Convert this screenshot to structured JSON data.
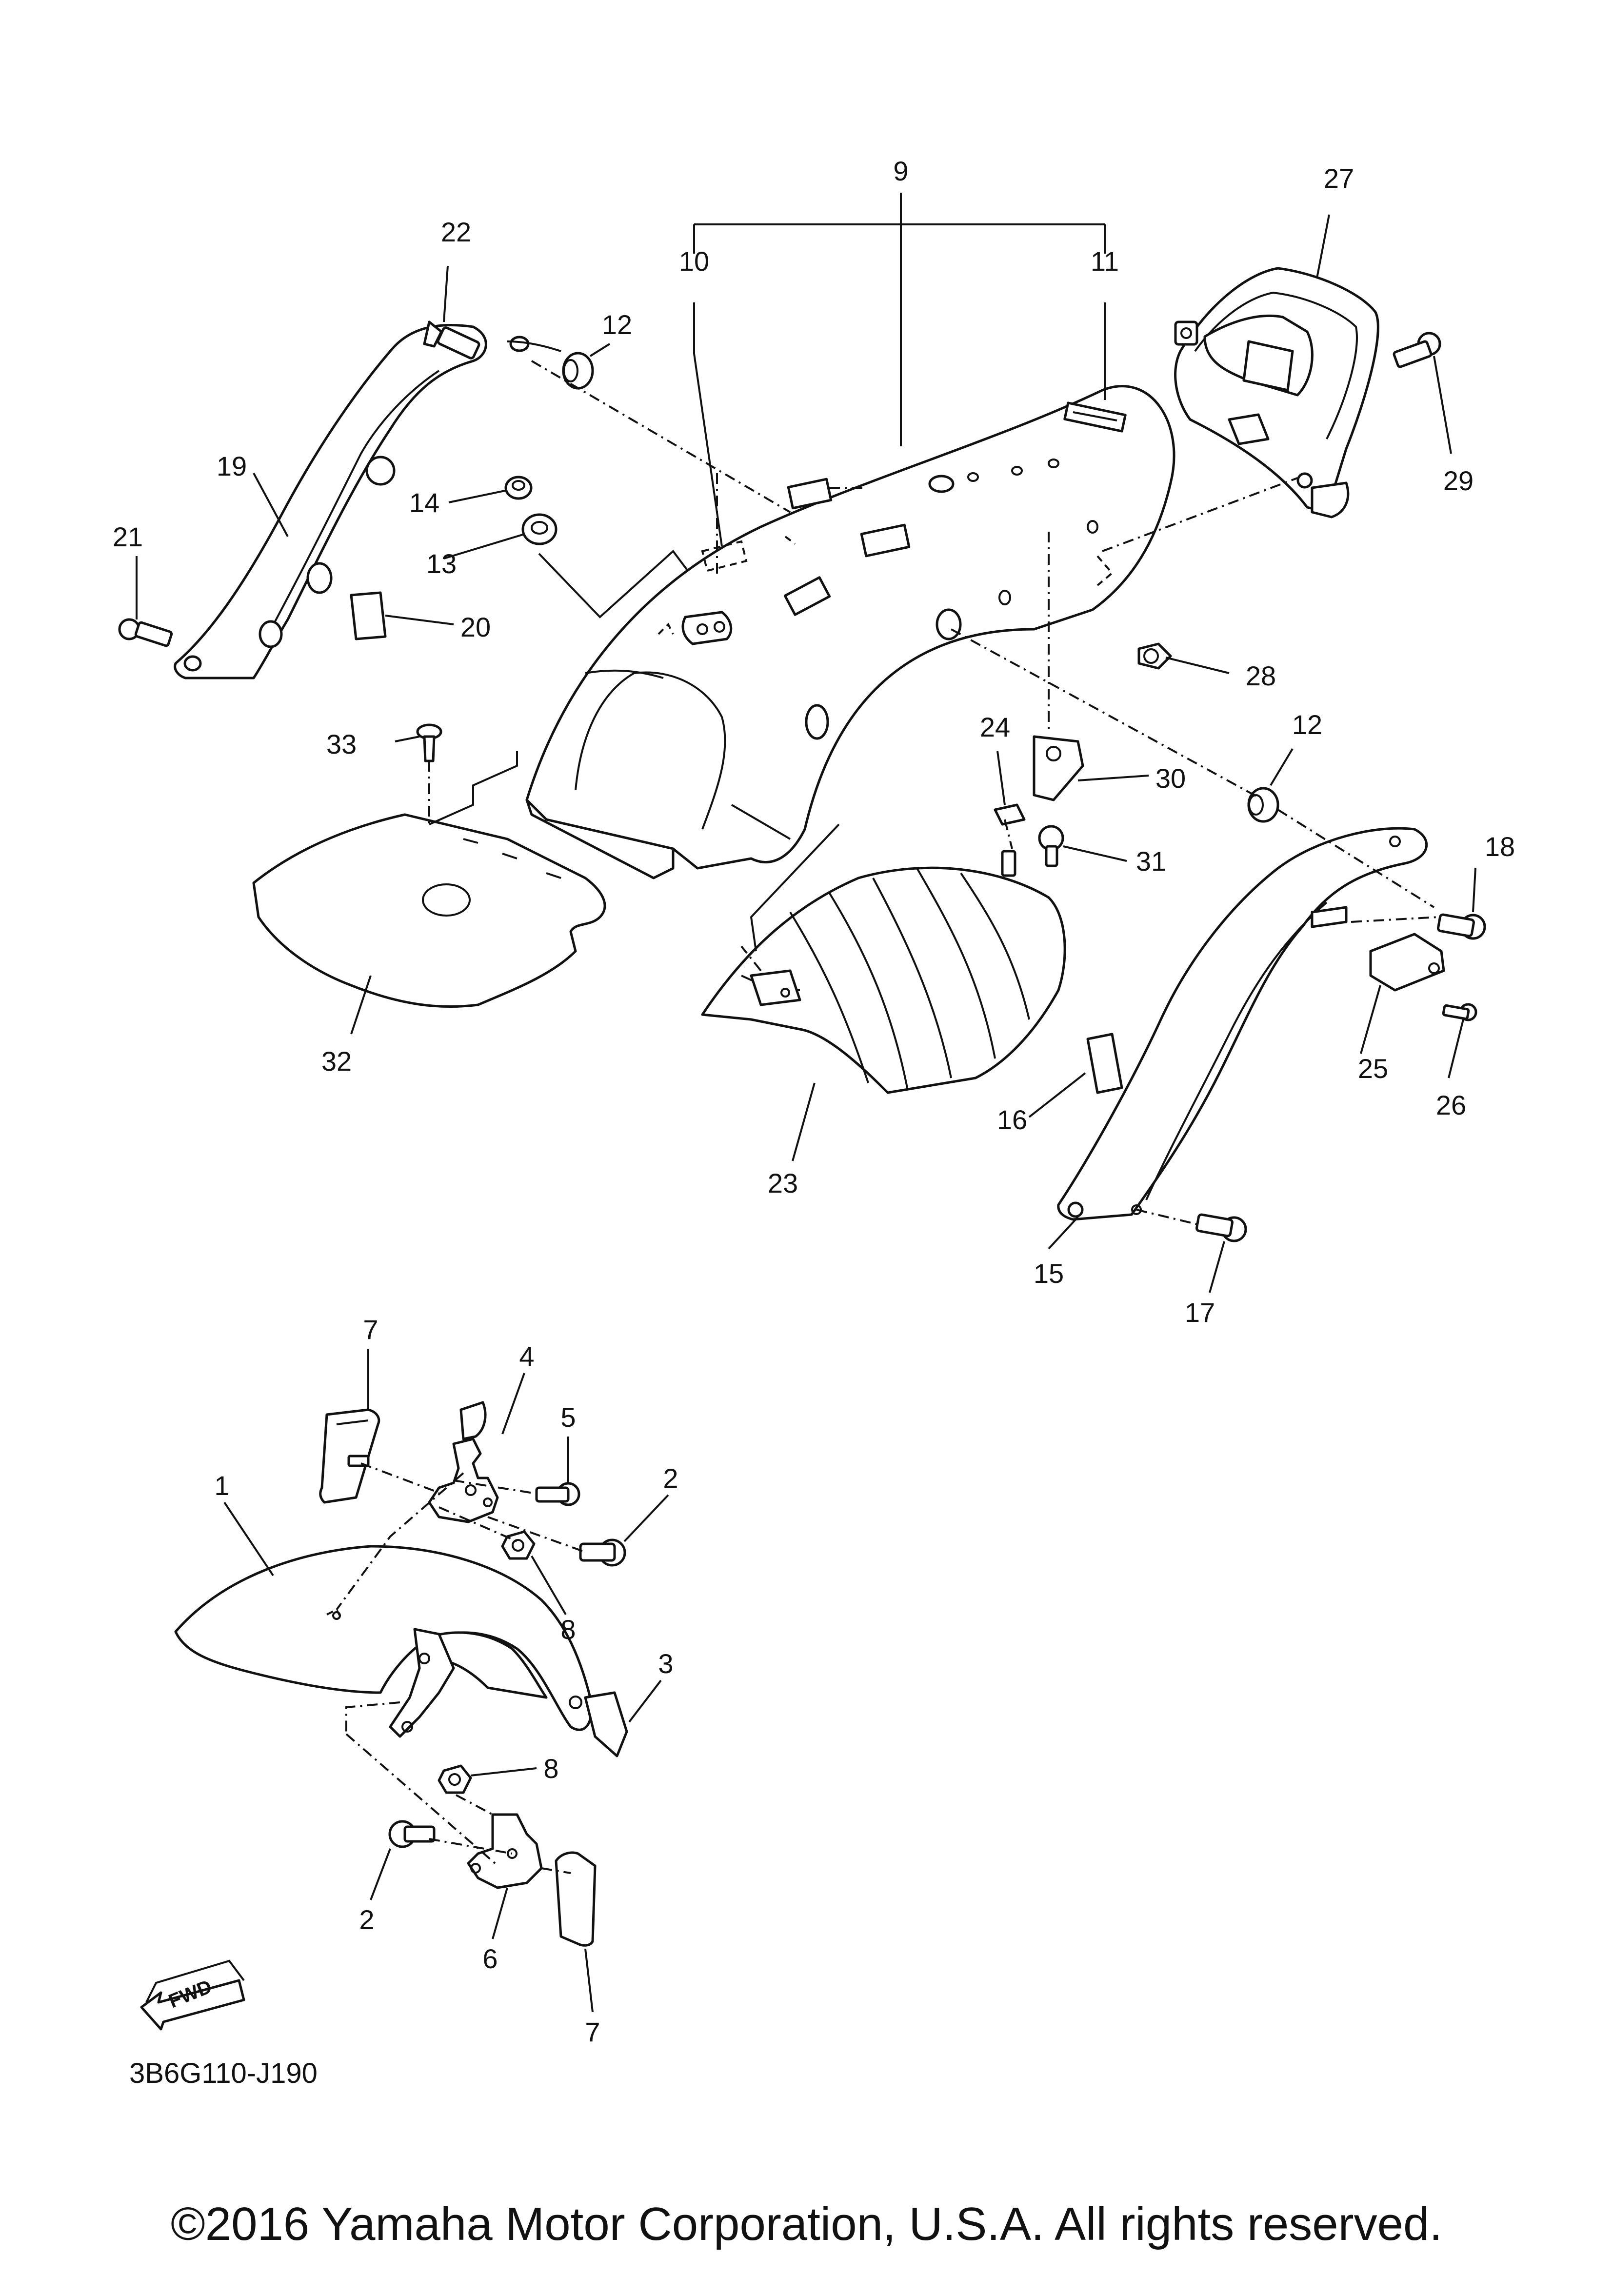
{
  "diagram": {
    "code": "3B6G110-J190",
    "fwd_label": "FWD",
    "callouts": {
      "c1": "1",
      "c2a": "2",
      "c2b": "2",
      "c3": "3",
      "c4": "4",
      "c5": "5",
      "c6": "6",
      "c7a": "7",
      "c7b": "7",
      "c8a": "8",
      "c8b": "8",
      "c9": "9",
      "c10": "10",
      "c11": "11",
      "c12a": "12",
      "c12b": "12",
      "c13": "13",
      "c14": "14",
      "c15": "15",
      "c16": "16",
      "c17": "17",
      "c18": "18",
      "c19": "19",
      "c20": "20",
      "c21": "21",
      "c22": "22",
      "c23": "23",
      "c24": "24",
      "c25": "25",
      "c26": "26",
      "c27": "27",
      "c28": "28",
      "c29": "29",
      "c30": "30",
      "c31": "31",
      "c32": "32",
      "c33": "33"
    }
  },
  "footer": {
    "copyright": "©2016 Yamaha Motor Corporation, U.S.A. All rights reserved."
  }
}
